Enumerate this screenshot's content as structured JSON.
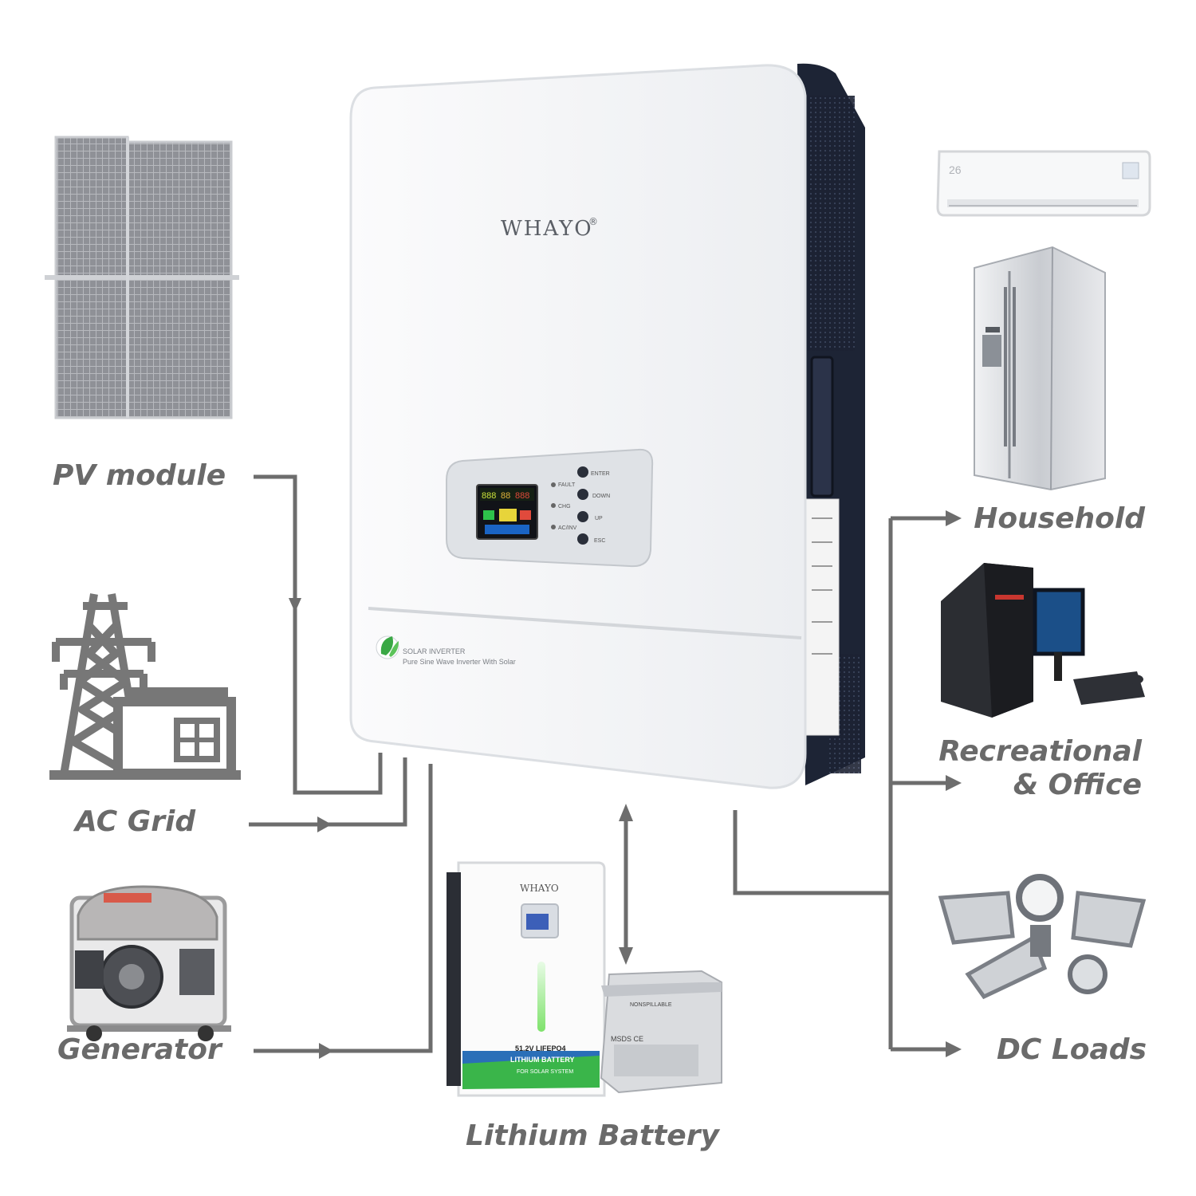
{
  "inverter": {
    "brand": "WHAYO",
    "reg_mark": "®",
    "product_line": "SOLAR INVERTER",
    "product_desc": "Pure Sine Wave Inverter With Solar",
    "indicators": {
      "fault": "FAULT",
      "chg": "CHG",
      "acinv": "AC/INV"
    },
    "buttons": {
      "enter": "ENTER",
      "down": "DOWN",
      "up": "UP",
      "esc": "ESC"
    },
    "lcd_readout_1": "888",
    "lcd_readout_2": "88",
    "lcd_readout_3": "888"
  },
  "inputs": {
    "pv": "PV module",
    "grid": "AC Grid",
    "generator": "Generator"
  },
  "storage": {
    "battery": "Lithium Battery",
    "battery_brand": "WHAYO",
    "battery_spec": "51.2V LIFEPO4",
    "battery_type": "LITHIUM BATTERY",
    "battery_use": "FOR SOLAR SYSTEM",
    "lead_acid_tag": "NONSPILLABLE",
    "lead_acid_marks": "MSDS CE"
  },
  "outputs": {
    "household": "Household",
    "recreational_line1": "Recreational",
    "recreational_line2": "& Office",
    "dc_loads": "DC Loads",
    "ac_display": "26"
  },
  "colors": {
    "line": "#6d6d6d",
    "label": "#6a6a6a",
    "inverter_body": "#f3f4f6",
    "inverter_side": "#1f2638",
    "panel_cells": "#8e9096",
    "battery_green": "#3ab54a",
    "battery_blue": "#2a6fb8"
  }
}
